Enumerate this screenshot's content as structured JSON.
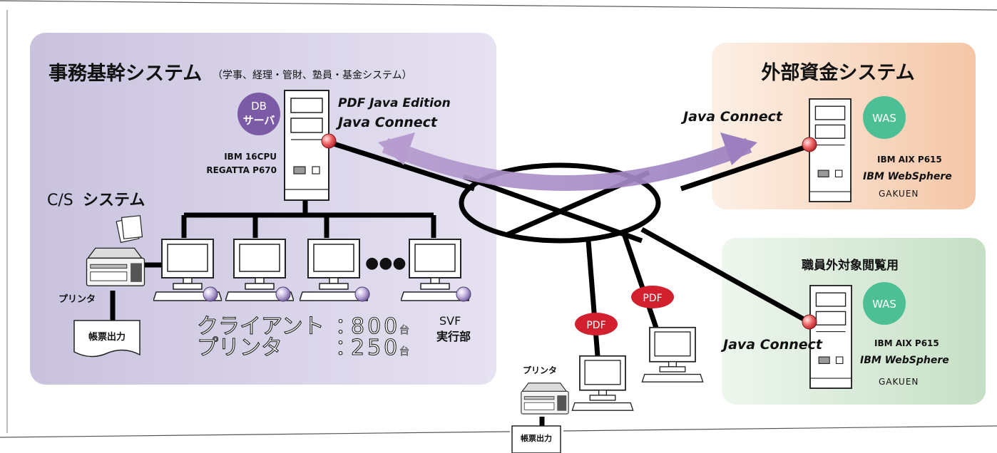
{
  "left_panel": {
    "title": "事務基幹システム",
    "subtitle": "（学事、経理・管財、塾員・基金システム）",
    "db_badge": {
      "line1": "DB",
      "line2": "サーバ"
    },
    "db_server_spec": [
      "IBM 16CPU",
      "REGATTA P670"
    ],
    "db_software": [
      "PDF Java Edition",
      "Java Connect"
    ],
    "cs_title": {
      "prefix": "C/S",
      "suffix": "システム"
    },
    "printer_label": "プリンタ",
    "report_label": "帳票出力",
    "ellipsis": "●●●",
    "counts": [
      {
        "label": "クライアント",
        "sep": "：",
        "value": "800",
        "unit": "台"
      },
      {
        "label": "プリンタ",
        "sep": "：",
        "value": "250",
        "unit": "台"
      }
    ],
    "svf_label": [
      "SVF",
      "実行部"
    ]
  },
  "external_panel": {
    "title": "外部資金システム",
    "was_badge": "WAS",
    "connect_label": "Java Connect",
    "spec": [
      "IBM AIX P615",
      "IBM WebSphere",
      "GAKUEN"
    ]
  },
  "staff_panel": {
    "title": "職員外対象閲覧用",
    "was_badge": "WAS",
    "connect_label": "Java Connect",
    "spec": [
      "IBM AIX P615",
      "IBM WebSphere",
      "GAKUEN"
    ]
  },
  "bottom": {
    "printer_label": "プリンタ",
    "report_label": "帳票出力",
    "pdf_badges": [
      "PDF",
      "PDF"
    ]
  },
  "colors": {
    "left_panel": "#d5d0e6",
    "external_panel": "#f7d4bd",
    "staff_panel": "#d3e6d3",
    "arrow": "#a98bc6",
    "badge_purple": "#7b5aa6",
    "badge_green": "#4dbf95",
    "pdf_red": "#d3202f"
  }
}
